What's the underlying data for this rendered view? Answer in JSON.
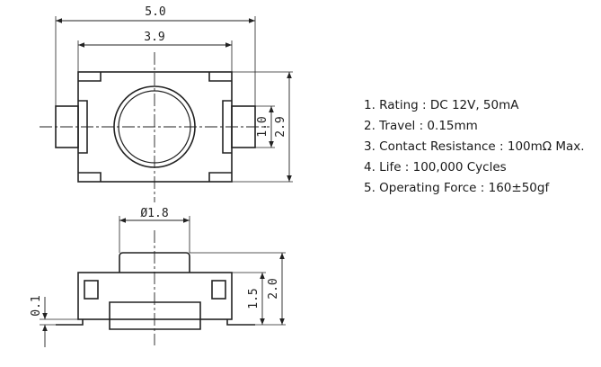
{
  "drawing": {
    "top_view": {
      "width_overall": "5.0",
      "width_body": "3.9",
      "height_body": "2.9",
      "terminal_height": "1.0"
    },
    "side_view": {
      "actuator_diameter": "Ø1.8",
      "height_total": "2.0",
      "height_body": "1.5",
      "terminal_thickness": "0.1"
    }
  },
  "specs": [
    "1. Rating : DC 12V, 50mA",
    "2. Travel : 0.15mm",
    "3. Contact Resistance : 100mΩ Max.",
    "4. Life : 100,000 Cycles",
    "5. Operating Force : 160±50gf"
  ]
}
